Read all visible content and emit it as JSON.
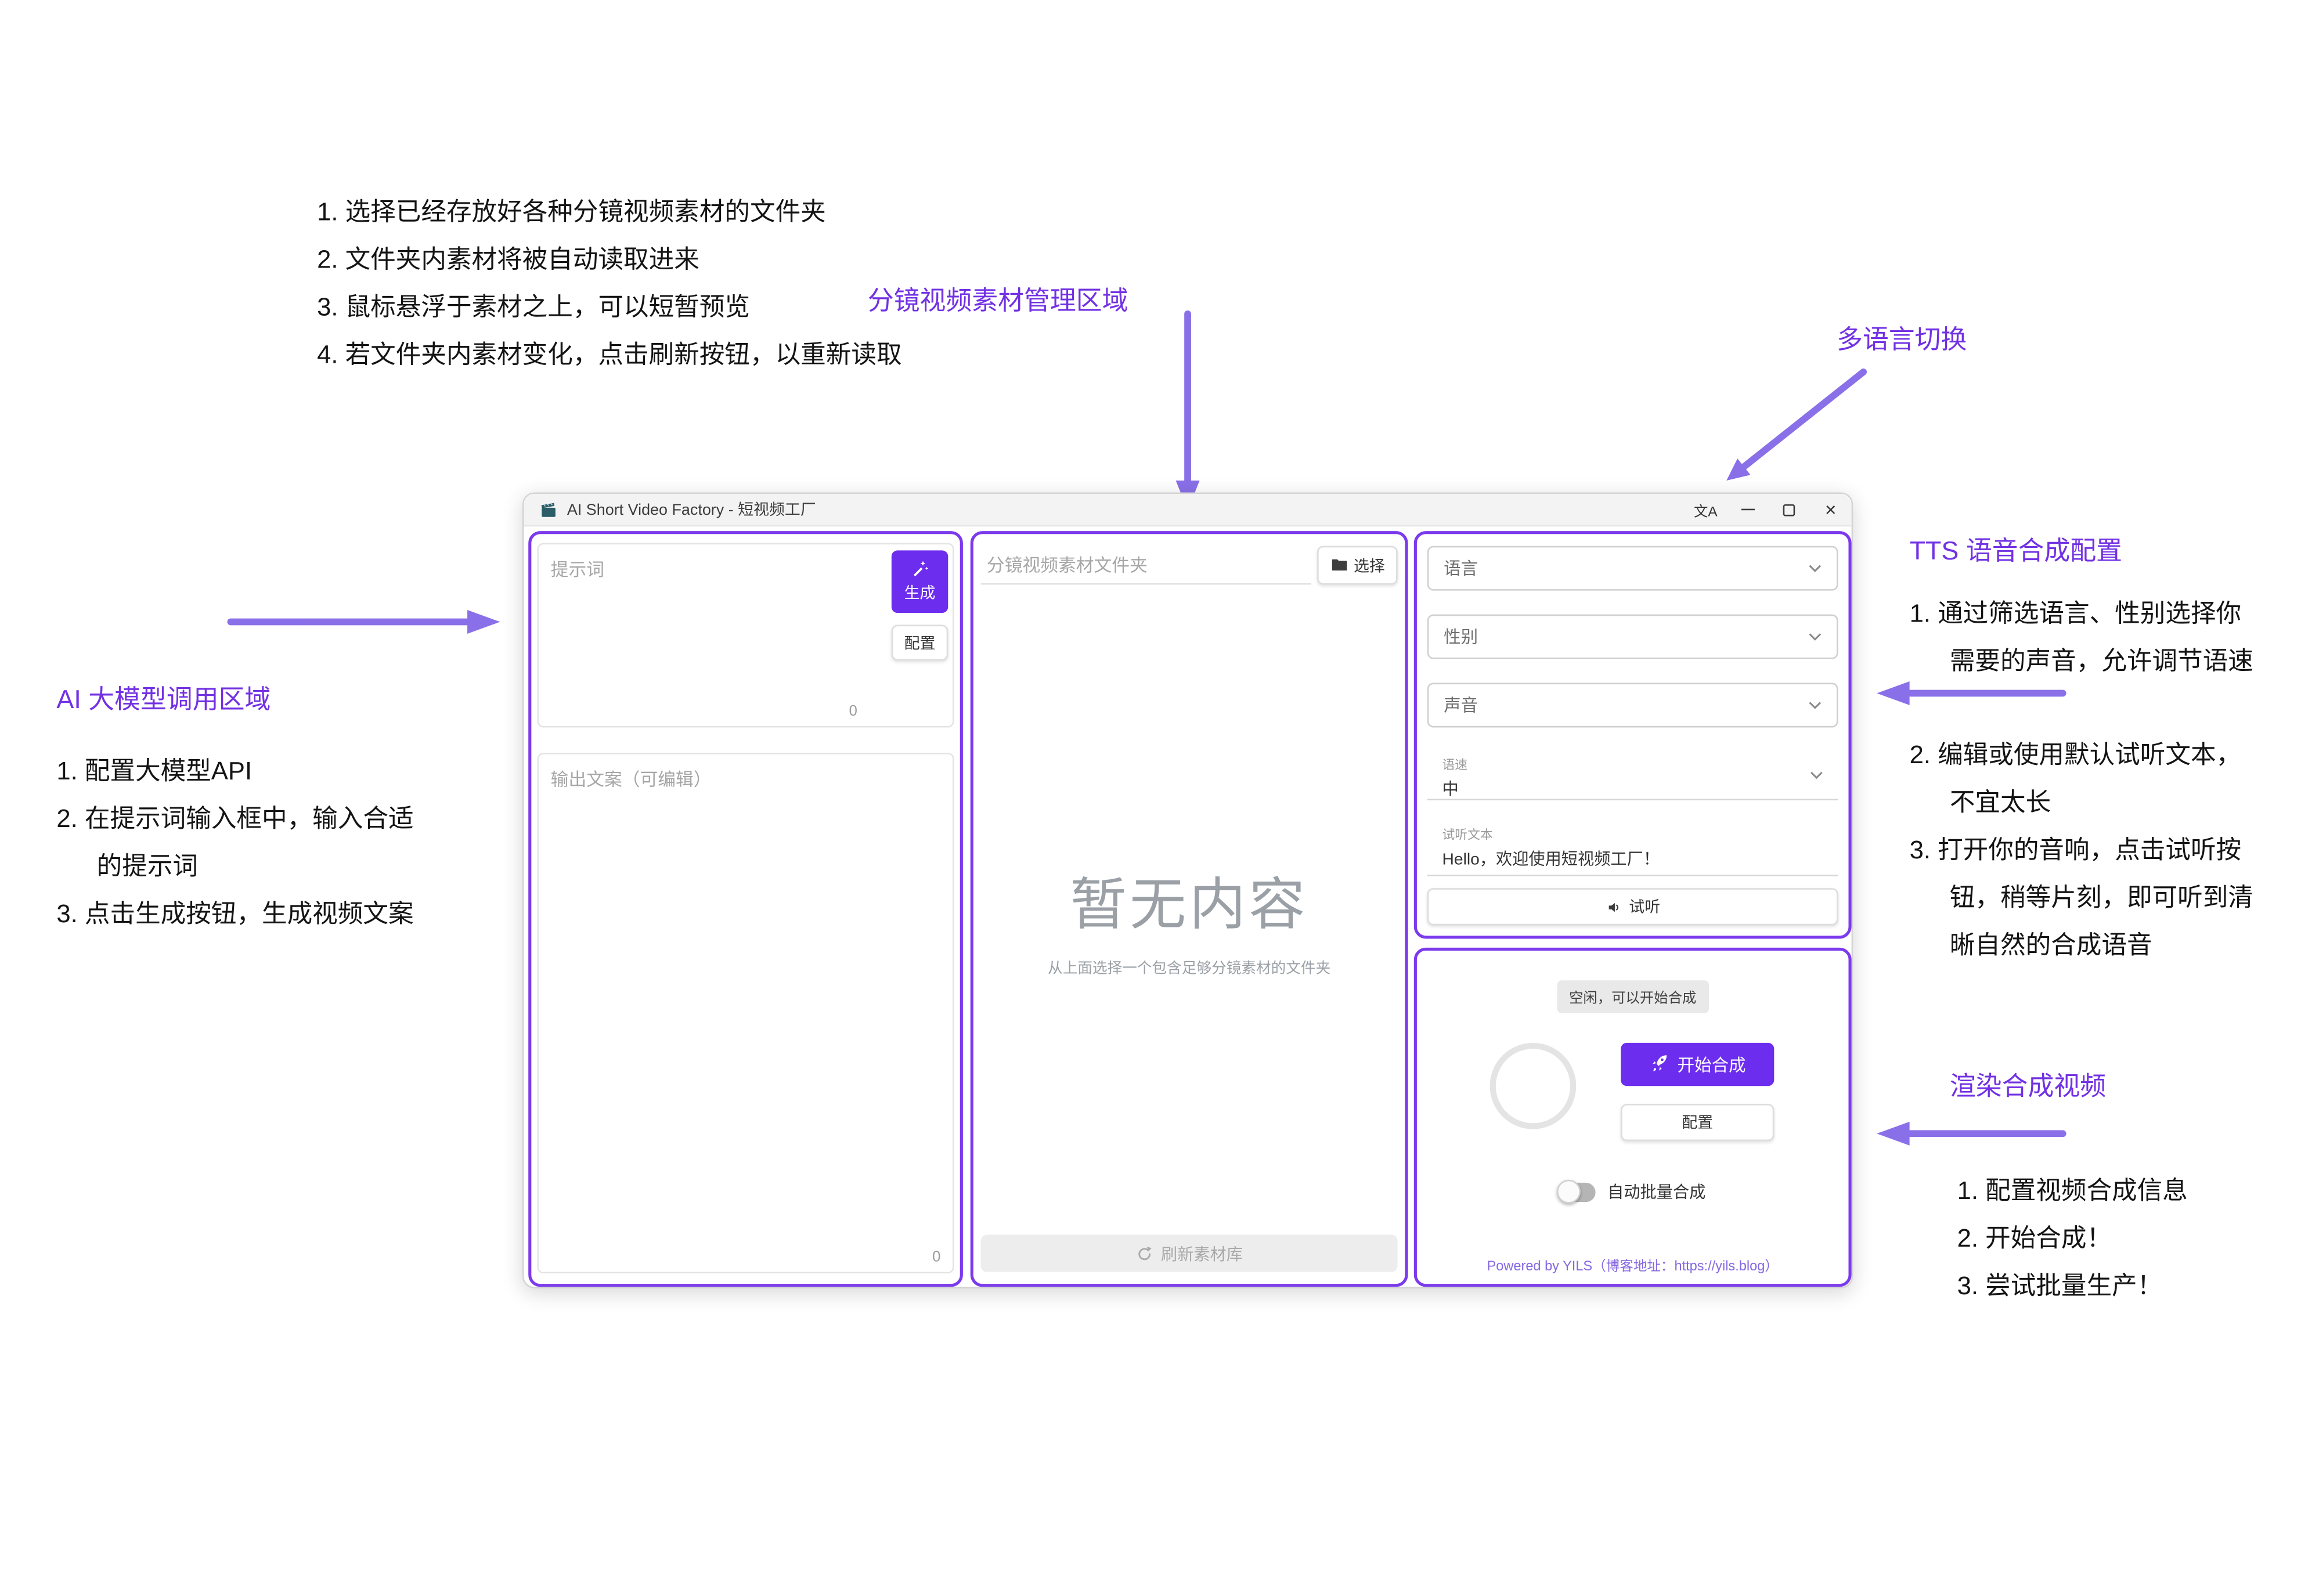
{
  "colors": {
    "accent": "#6d2dee",
    "region": "#7c3aed",
    "annotation": "#7231e3",
    "arrow": "#8a70e8",
    "footer_link": "#8668e0",
    "muted": "#9aa0a6"
  },
  "annotations": {
    "materials": {
      "label": "分镜视频素材管理区域",
      "items": [
        "1. 选择已经存放好各种分镜视频素材的文件夹",
        "2. 文件夹内素材将被自动读取进来",
        "3. 鼠标悬浮于素材之上，可以短暂预览",
        "4. 若文件夹内素材变化，点击刷新按钮，以重新读取"
      ]
    },
    "multilang": {
      "label": "多语言切换"
    },
    "ai": {
      "label": "AI 大模型调用区域",
      "items": [
        "1. 配置大模型API",
        "2. 在提示词输入框中，输入合适的提示词",
        "3. 点击生成按钮，生成视频文案"
      ]
    },
    "tts": {
      "label": "TTS 语音合成配置",
      "items": [
        "1. 通过筛选语言、性别选择你需要的声音，允许调节语速",
        "2. 编辑或使用默认试听文本，不宜太长",
        "3. 打开你的音响，点击试听按钮，稍等片刻，即可听到清晰自然的合成语音"
      ]
    },
    "render": {
      "label": "渲染合成视频",
      "items": [
        "1. 配置视频合成信息",
        "2. 开始合成！",
        "3. 尝试批量生产！"
      ]
    }
  },
  "app": {
    "title": "AI Short Video Factory - 短视频工厂",
    "icons": {
      "translate": "文A",
      "close": "×"
    },
    "ai_panel": {
      "prompt_placeholder": "提示词",
      "generate": "生成",
      "config": "配置",
      "prompt_count": "0",
      "output_placeholder": "输出文案（可编辑）",
      "output_count": "0"
    },
    "materials_panel": {
      "folder_placeholder": "分镜视频素材文件夹",
      "select": "选择",
      "empty_title": "暂无内容",
      "empty_subtitle": "从上面选择一个包含足够分镜素材的文件夹",
      "refresh": "刷新素材库"
    },
    "tts_panel": {
      "language": "语言",
      "gender": "性别",
      "voice": "声音",
      "speed_label": "语速",
      "speed_value": "中",
      "sample_label": "试听文本",
      "sample_value": "Hello，欢迎使用短视频工厂！",
      "listen": "试听"
    },
    "render_panel": {
      "status": "空闲，可以开始合成",
      "start": "开始合成",
      "config": "配置",
      "auto_batch": "自动批量合成",
      "footer": "Powered by YILS（博客地址：https://yils.blog）"
    }
  }
}
